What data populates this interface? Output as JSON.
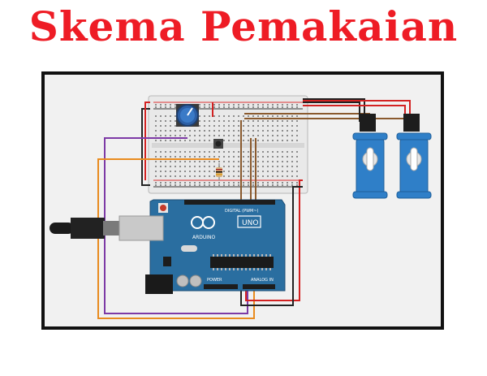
{
  "title": "Skema Pemakaian",
  "diagram": {
    "board": {
      "brand": "ARDUINO",
      "model": "UNO",
      "digital_label": "DIGITAL (PWM~)",
      "power_label": "POWER",
      "analog_label": "ANALOG IN"
    },
    "components": [
      "breadboard",
      "potentiometer",
      "pushbutton",
      "resistor",
      "servo-1",
      "servo-2",
      "usb-cable",
      "dc-jack"
    ],
    "colors": {
      "title": "#ee1c25",
      "board": "#2a6ea0",
      "servo": "#2f7fc8",
      "wire_red": "#d32222",
      "wire_black": "#222222",
      "wire_orange": "#e98b1f",
      "wire_purple": "#7d3aa6",
      "wire_brown": "#8a5a2e"
    }
  }
}
